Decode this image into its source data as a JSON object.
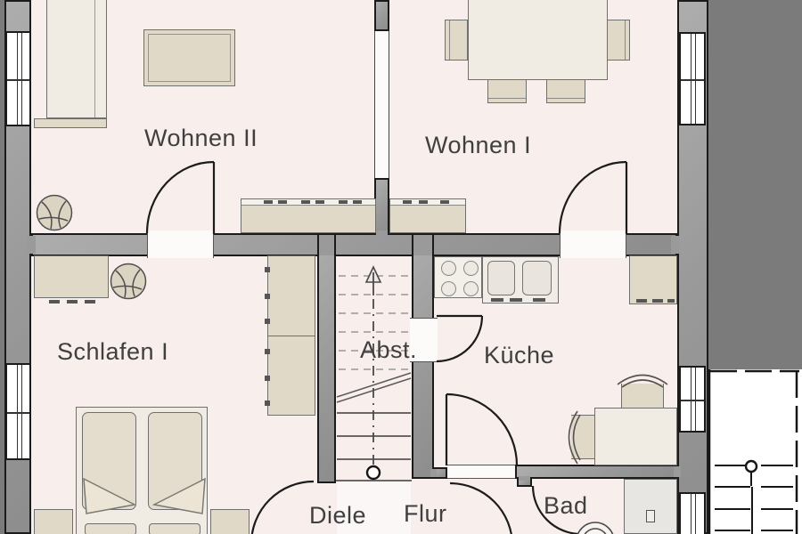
{
  "meta": {
    "type": "floor-plan",
    "language": "de"
  },
  "rooms": [
    {
      "key": "wohnen-ii",
      "label": "Wohnen II"
    },
    {
      "key": "wohnen-i",
      "label": "Wohnen I"
    },
    {
      "key": "schlafen-i",
      "label": "Schlafen I"
    },
    {
      "key": "abstellraum",
      "label": "Abst."
    },
    {
      "key": "kueche",
      "label": "Küche"
    },
    {
      "key": "diele",
      "label": "Diele"
    },
    {
      "key": "flur",
      "label": "Flur"
    },
    {
      "key": "bad",
      "label": "Bad"
    }
  ],
  "furniture": [
    "sofa",
    "coffee-table",
    "sideboard",
    "dining-table",
    "dining-chairs",
    "dresser",
    "wardrobe",
    "double-bed",
    "nightstands",
    "potted-plants",
    "stove",
    "kitchen-sink",
    "kitchen-cabinet",
    "kitchen-table",
    "kitchen-chairs",
    "shower",
    "toilet",
    "interior-staircase",
    "exterior-staircase"
  ],
  "colors": {
    "floor": "#f8efed",
    "wall": "#9c9c9c",
    "outline": "#1b1b1b",
    "exterior": "#7b7b7b",
    "furniture": "#e0d9c8",
    "furniture_light": "#f0ebe3",
    "window": "#ffffff",
    "label_text": "#3f3f3f"
  }
}
